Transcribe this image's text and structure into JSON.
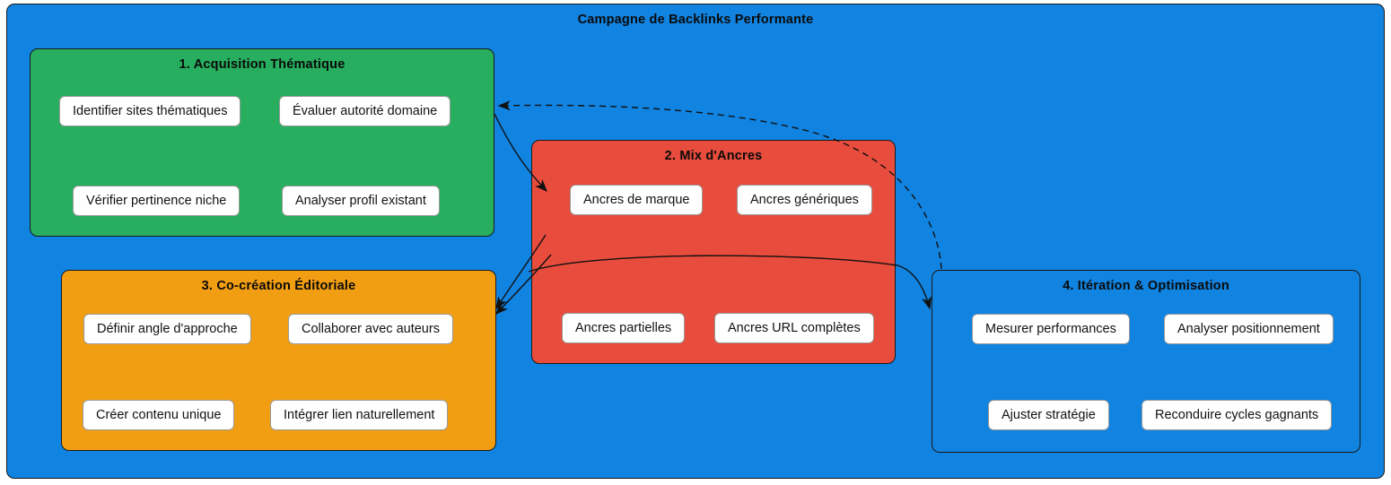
{
  "diagram": {
    "title": "Campagne de Backlinks Performante",
    "type": "flowchart",
    "colors": {
      "background": "#1183E0",
      "cluster_1": "#27AE5E",
      "cluster_2": "#E84C3C",
      "cluster_3": "#F29E12",
      "cluster_4": "#1183E0",
      "node_fill": "#FFFFFF",
      "node_border": "#999999",
      "edge": "#1A1A1A"
    }
  },
  "clusters": [
    {
      "id": "cluster-1",
      "title": "1. Acquisition Thématique",
      "nodes": [
        {
          "id": "n1a",
          "label": "Identifier sites thématiques"
        },
        {
          "id": "n1b",
          "label": "Évaluer autorité domaine"
        },
        {
          "id": "n1c",
          "label": "Vérifier pertinence niche"
        },
        {
          "id": "n1d",
          "label": "Analyser profil existant"
        }
      ]
    },
    {
      "id": "cluster-2",
      "title": "2. Mix d'Ancres",
      "nodes": [
        {
          "id": "n2a",
          "label": "Ancres de marque"
        },
        {
          "id": "n2b",
          "label": "Ancres génériques"
        },
        {
          "id": "n2c",
          "label": "Ancres partielles"
        },
        {
          "id": "n2d",
          "label": "Ancres URL complètes"
        }
      ]
    },
    {
      "id": "cluster-3",
      "title": "3. Co-création Éditoriale",
      "nodes": [
        {
          "id": "n3a",
          "label": "Définir angle d'approche"
        },
        {
          "id": "n3b",
          "label": "Collaborer avec auteurs"
        },
        {
          "id": "n3c",
          "label": "Créer contenu unique"
        },
        {
          "id": "n3d",
          "label": "Intégrer lien naturellement"
        }
      ]
    },
    {
      "id": "cluster-4",
      "title": "4. Itération & Optimisation",
      "nodes": [
        {
          "id": "n4a",
          "label": "Mesurer performances"
        },
        {
          "id": "n4b",
          "label": "Analyser positionnement"
        },
        {
          "id": "n4c",
          "label": "Ajuster stratégie"
        },
        {
          "id": "n4d",
          "label": "Reconduire cycles gagnants"
        }
      ]
    }
  ],
  "edges": [
    {
      "id": "e1",
      "from": "cluster-1",
      "to": "cluster-2",
      "style": "solid",
      "arrow": "end"
    },
    {
      "id": "e2",
      "from": "cluster-2",
      "to": "cluster-3",
      "style": "solid",
      "arrow": "end"
    },
    {
      "id": "e3",
      "from": "cluster-1",
      "to": "cluster-3",
      "style": "solid",
      "arrow": "end"
    },
    {
      "id": "e4",
      "from": "cluster-3",
      "to": "cluster-4",
      "style": "solid",
      "arrow": "end"
    },
    {
      "id": "e5",
      "from": "cluster-4",
      "to": "cluster-1",
      "style": "dashed",
      "arrow": "end"
    }
  ]
}
